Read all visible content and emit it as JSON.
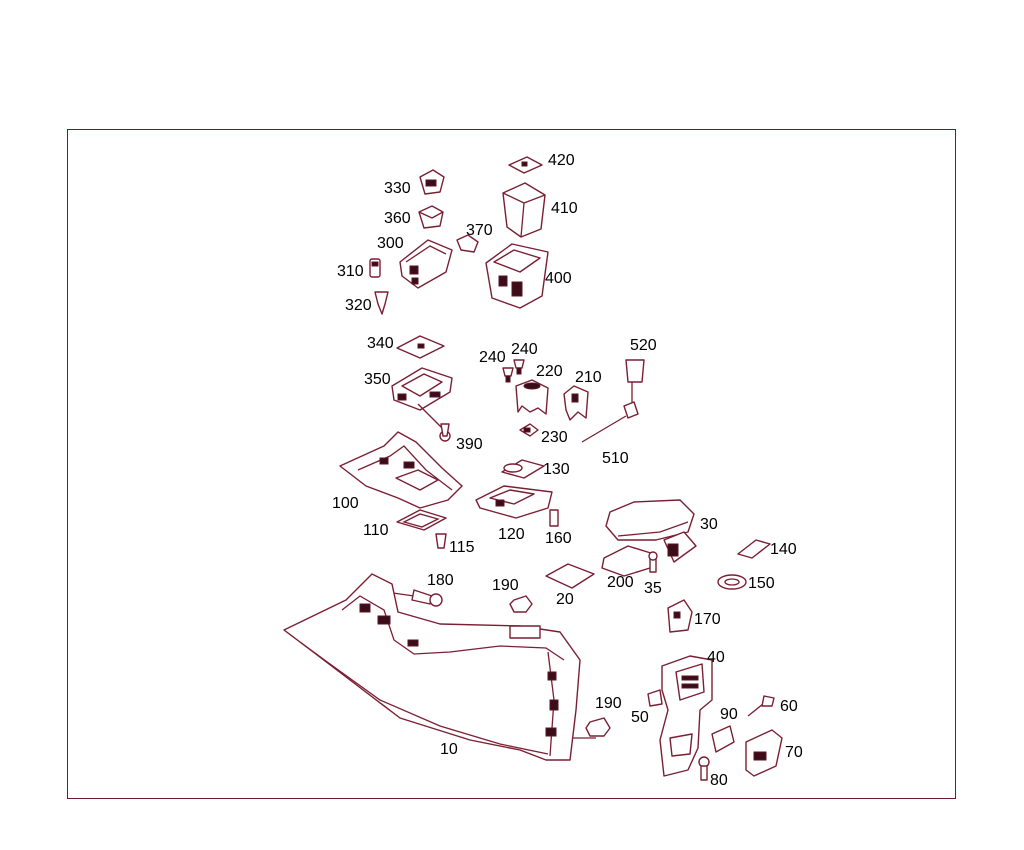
{
  "callouts": {
    "c10": "10",
    "c20": "20",
    "c30": "30",
    "c35": "35",
    "c40": "40",
    "c50": "50",
    "c60": "60",
    "c70": "70",
    "c80": "80",
    "c90": "90",
    "c100": "100",
    "c110": "110",
    "c115": "115",
    "c120": "120",
    "c130": "130",
    "c140": "140",
    "c150": "150",
    "c160": "160",
    "c170": "170",
    "c180": "180",
    "c190a": "190",
    "c190b": "190",
    "c200": "200",
    "c210": "210",
    "c220": "220",
    "c230": "230",
    "c240a": "240",
    "c240b": "240",
    "c300": "300",
    "c310": "310",
    "c320": "320",
    "c330": "330",
    "c340": "340",
    "c350": "350",
    "c360": "360",
    "c370": "370",
    "c390": "390",
    "c400": "400",
    "c410": "410",
    "c420": "420",
    "c510": "510",
    "c520": "520"
  },
  "colors": {
    "line": "#7a1f33",
    "frame": "#6e1a2c",
    "text": "#000000"
  }
}
